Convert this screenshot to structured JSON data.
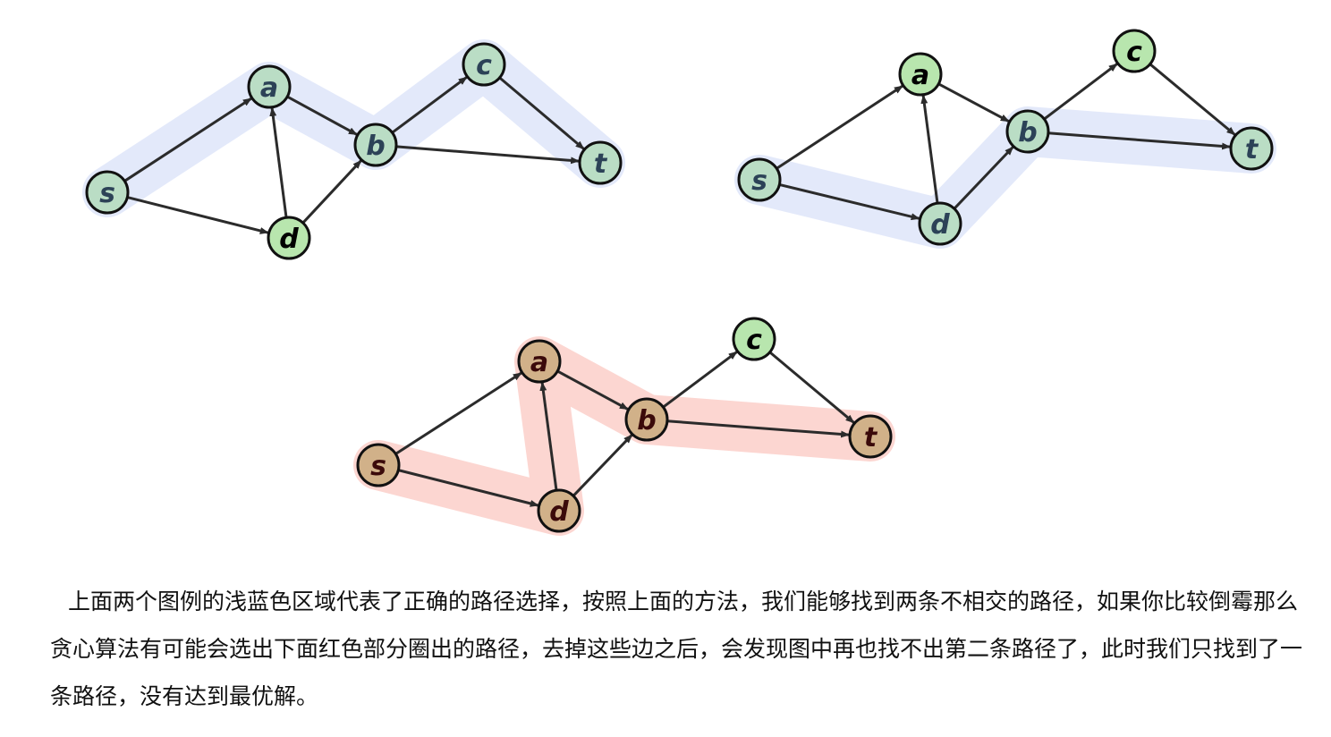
{
  "colors": {
    "node_green": "#b8e6ae",
    "node_tan": "#c9b486",
    "node_stroke": "#111111",
    "edge": "#2b2b2b",
    "highlight_blue": "#bccbf2",
    "highlight_red": "#f9a59a",
    "label_on_blue": "#2c4257",
    "label_plain": "#000000",
    "label_on_red": "#3b0a0a"
  },
  "graphs": [
    {
      "id": "graph-top-left",
      "node_fill": "node_green",
      "highlight": "highlight_blue",
      "nodes": [
        {
          "id": "s",
          "label": "s",
          "highlighted": true
        },
        {
          "id": "a",
          "label": "a",
          "highlighted": true
        },
        {
          "id": "b",
          "label": "b",
          "highlighted": true
        },
        {
          "id": "c",
          "label": "c",
          "highlighted": true
        },
        {
          "id": "t",
          "label": "t",
          "highlighted": true
        },
        {
          "id": "d",
          "label": "d",
          "highlighted": false
        }
      ],
      "edges": [
        [
          "s",
          "a"
        ],
        [
          "s",
          "d"
        ],
        [
          "d",
          "a"
        ],
        [
          "a",
          "b"
        ],
        [
          "d",
          "b"
        ],
        [
          "b",
          "c"
        ],
        [
          "c",
          "t"
        ],
        [
          "b",
          "t"
        ]
      ],
      "highlight_path": [
        "s",
        "a",
        "b",
        "c",
        "t"
      ]
    },
    {
      "id": "graph-top-right",
      "node_fill": "node_green",
      "highlight": "highlight_blue",
      "nodes": [
        {
          "id": "s",
          "label": "s",
          "highlighted": true
        },
        {
          "id": "a",
          "label": "a",
          "highlighted": false
        },
        {
          "id": "b",
          "label": "b",
          "highlighted": true
        },
        {
          "id": "c",
          "label": "c",
          "highlighted": false
        },
        {
          "id": "t",
          "label": "t",
          "highlighted": true
        },
        {
          "id": "d",
          "label": "d",
          "highlighted": true
        }
      ],
      "edges": [
        [
          "s",
          "a"
        ],
        [
          "s",
          "d"
        ],
        [
          "d",
          "a"
        ],
        [
          "a",
          "b"
        ],
        [
          "d",
          "b"
        ],
        [
          "b",
          "c"
        ],
        [
          "c",
          "t"
        ],
        [
          "b",
          "t"
        ]
      ],
      "highlight_path": [
        "s",
        "d",
        "b",
        "t"
      ]
    },
    {
      "id": "graph-bottom",
      "node_fill": "node_tan",
      "highlight": "highlight_red",
      "nodes": [
        {
          "id": "s",
          "label": "s",
          "highlighted": true
        },
        {
          "id": "a",
          "label": "a",
          "highlighted": true
        },
        {
          "id": "b",
          "label": "b",
          "highlighted": true
        },
        {
          "id": "c",
          "label": "c",
          "highlighted": false
        },
        {
          "id": "t",
          "label": "t",
          "highlighted": true
        },
        {
          "id": "d",
          "label": "d",
          "highlighted": true
        }
      ],
      "edges": [
        [
          "s",
          "a"
        ],
        [
          "s",
          "d"
        ],
        [
          "d",
          "a"
        ],
        [
          "a",
          "b"
        ],
        [
          "d",
          "b"
        ],
        [
          "b",
          "c"
        ],
        [
          "c",
          "t"
        ],
        [
          "b",
          "t"
        ]
      ],
      "highlight_path": [
        "s",
        "d",
        "a",
        "b",
        "t"
      ],
      "c_node_fill": "node_green"
    }
  ],
  "caption": {
    "paragraph": "上面两个图例的浅蓝色区域代表了正确的路径选择，按照上面的方法，我们能够找到两条不相交的路径，如果你比较倒霉那么贪心算法有可能会选出下面红色部分圈出的路径，去掉这些边之后，会发现图中再也找不出第二条路径了，此时我们只找到了一条路径，没有达到最优解。"
  }
}
